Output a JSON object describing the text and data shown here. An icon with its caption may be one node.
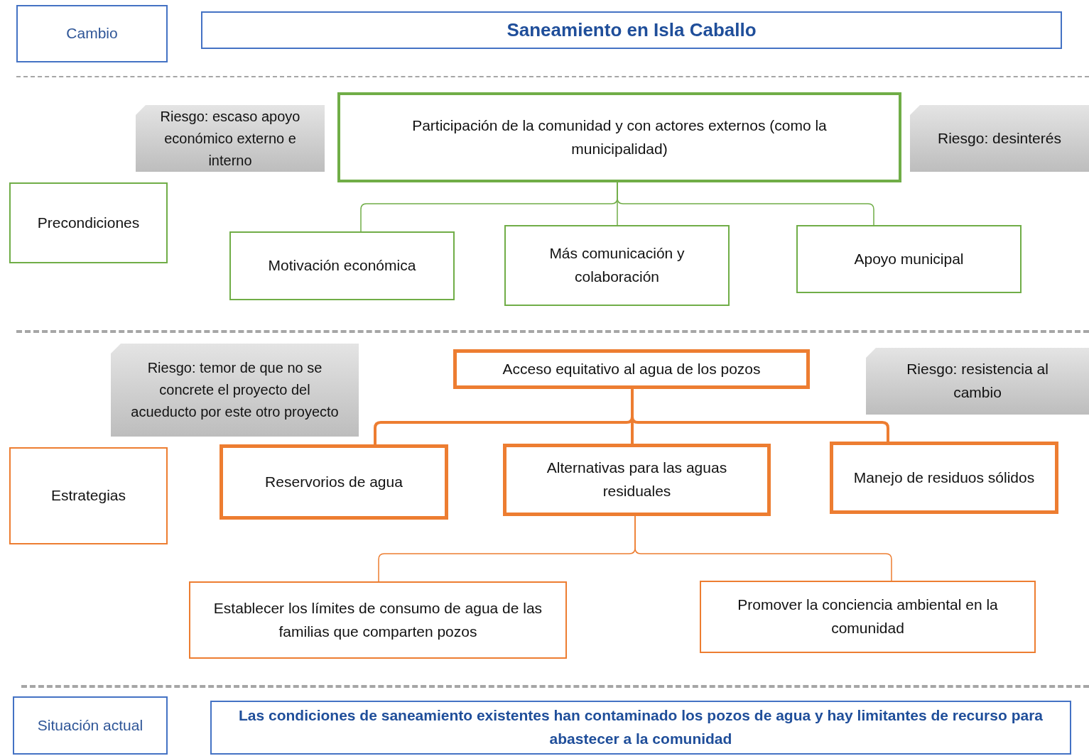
{
  "diagram": {
    "nodes": [
      {
        "text": [
          "Cambio"
        ]
      },
      {
        "text": [
          "Saneamiento en Isla Caballo"
        ]
      },
      {
        "text": [
          "Riesgo: escaso apoyo económico externo e interno"
        ]
      },
      {
        "text": [
          "Participación de la comunidad y con actores externos (como la municipalidad)"
        ]
      },
      {
        "text": [
          "Riesgo: desinterés"
        ]
      },
      {
        "text": [
          "Precondiciones"
        ]
      },
      {
        "text": [
          "Motivación económica"
        ]
      },
      {
        "text": [
          "Más comunicación y colaboración"
        ]
      },
      {
        "text": [
          "Apoyo municipal"
        ]
      },
      {
        "text": [
          "Riesgo: temor de que no se concrete el proyecto del acueducto por este otro proyecto"
        ]
      },
      {
        "text": [
          "Acceso equitativo al agua de los pozos"
        ]
      },
      {
        "text": [
          "Riesgo: resistencia al cambio"
        ]
      },
      {
        "text": [
          "Estrategias"
        ]
      },
      {
        "text": [
          "Reservorios de agua"
        ]
      },
      {
        "text": [
          "Alternativas para las aguas residuales"
        ]
      },
      {
        "text": [
          "Manejo de residuos sólidos"
        ]
      },
      {
        "text": [
          "Establecer los límites de consumo de agua de las familias que comparten pozos"
        ]
      },
      {
        "text": [
          "Promover la conciencia ambiental en la comunidad"
        ]
      },
      {
        "text": [
          "Situación actual"
        ]
      },
      {
        "text": [
          "Las condiciones de saneamiento existentes han contaminado los pozos de agua y hay limitantes de recurso para abastecer a la comunidad"
        ]
      }
    ],
    "edges": [
      {
        "from": 3,
        "to": 6,
        "arrow": "none",
        "color": "#70ad47"
      },
      {
        "from": 3,
        "to": 7,
        "arrow": "none",
        "color": "#70ad47"
      },
      {
        "from": 3,
        "to": 8,
        "arrow": "none",
        "color": "#70ad47"
      },
      {
        "from": 10,
        "to": 13,
        "arrow": "none",
        "style": "thick"
      },
      {
        "from": 10,
        "to": 14,
        "arrow": "none",
        "style": "thick"
      },
      {
        "from": 10,
        "to": 15,
        "arrow": "none",
        "style": "thick"
      },
      {
        "from": 14,
        "to": 16,
        "arrow": "none"
      },
      {
        "from": 14,
        "to": 17,
        "arrow": "none"
      }
    ]
  }
}
